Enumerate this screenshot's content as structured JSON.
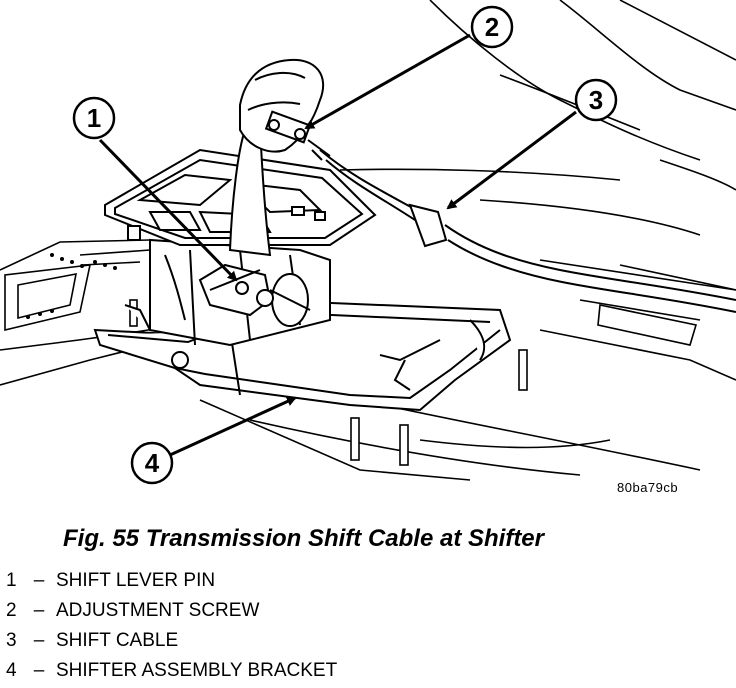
{
  "figure": {
    "image_code": "80ba79cb",
    "caption": "Fig. 55 Transmission Shift Cable at Shifter"
  },
  "callouts": [
    {
      "number": "1"
    },
    {
      "number": "2"
    },
    {
      "number": "3"
    },
    {
      "number": "4"
    }
  ],
  "legend": [
    {
      "number": "1",
      "separator": "–",
      "label": "SHIFT LEVER PIN"
    },
    {
      "number": "2",
      "separator": "–",
      "label": "ADJUSTMENT SCREW"
    },
    {
      "number": "3",
      "separator": "–",
      "label": "SHIFT CABLE"
    },
    {
      "number": "4",
      "separator": "–",
      "label": "SHIFTER ASSEMBLY BRACKET"
    }
  ]
}
